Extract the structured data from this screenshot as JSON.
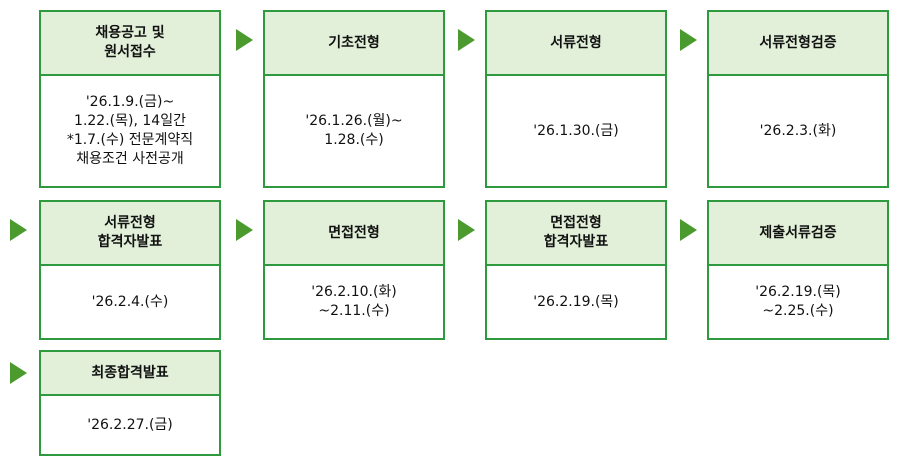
{
  "steps": [
    {
      "title": "채용공고 및\n원서접수",
      "date": "'26.1.9.(금)~\n1.22.(목), 14일간\n*1.7.(수) 전문계약직\n채용조건 사전공개"
    },
    {
      "title": "기초전형",
      "date": "'26.1.26.(월)~\n1.28.(수)"
    },
    {
      "title": "서류전형",
      "date": "'26.1.30.(금)"
    },
    {
      "title": "서류전형검증",
      "date": "'26.2.3.(화)"
    },
    {
      "title": "서류전형\n합격자발표",
      "date": "'26.2.4.(수)"
    },
    {
      "title": "면접전형",
      "date": "'26.2.10.(화)\n~2.11.(수)"
    },
    {
      "title": "면접전형\n합격자발표",
      "date": "'26.2.19.(목)"
    },
    {
      "title": "제출서류검증",
      "date": "'26.2.19.(목)\n~2.25.(수)"
    },
    {
      "title": "최종합격발표",
      "date": "'26.2.27.(금)"
    }
  ],
  "colors": {
    "border": "#2f9a3d",
    "header_bg": "#e2f0da",
    "arrow": "#4a9a2e"
  },
  "icons": {
    "arrow": "triangle-right-icon"
  }
}
